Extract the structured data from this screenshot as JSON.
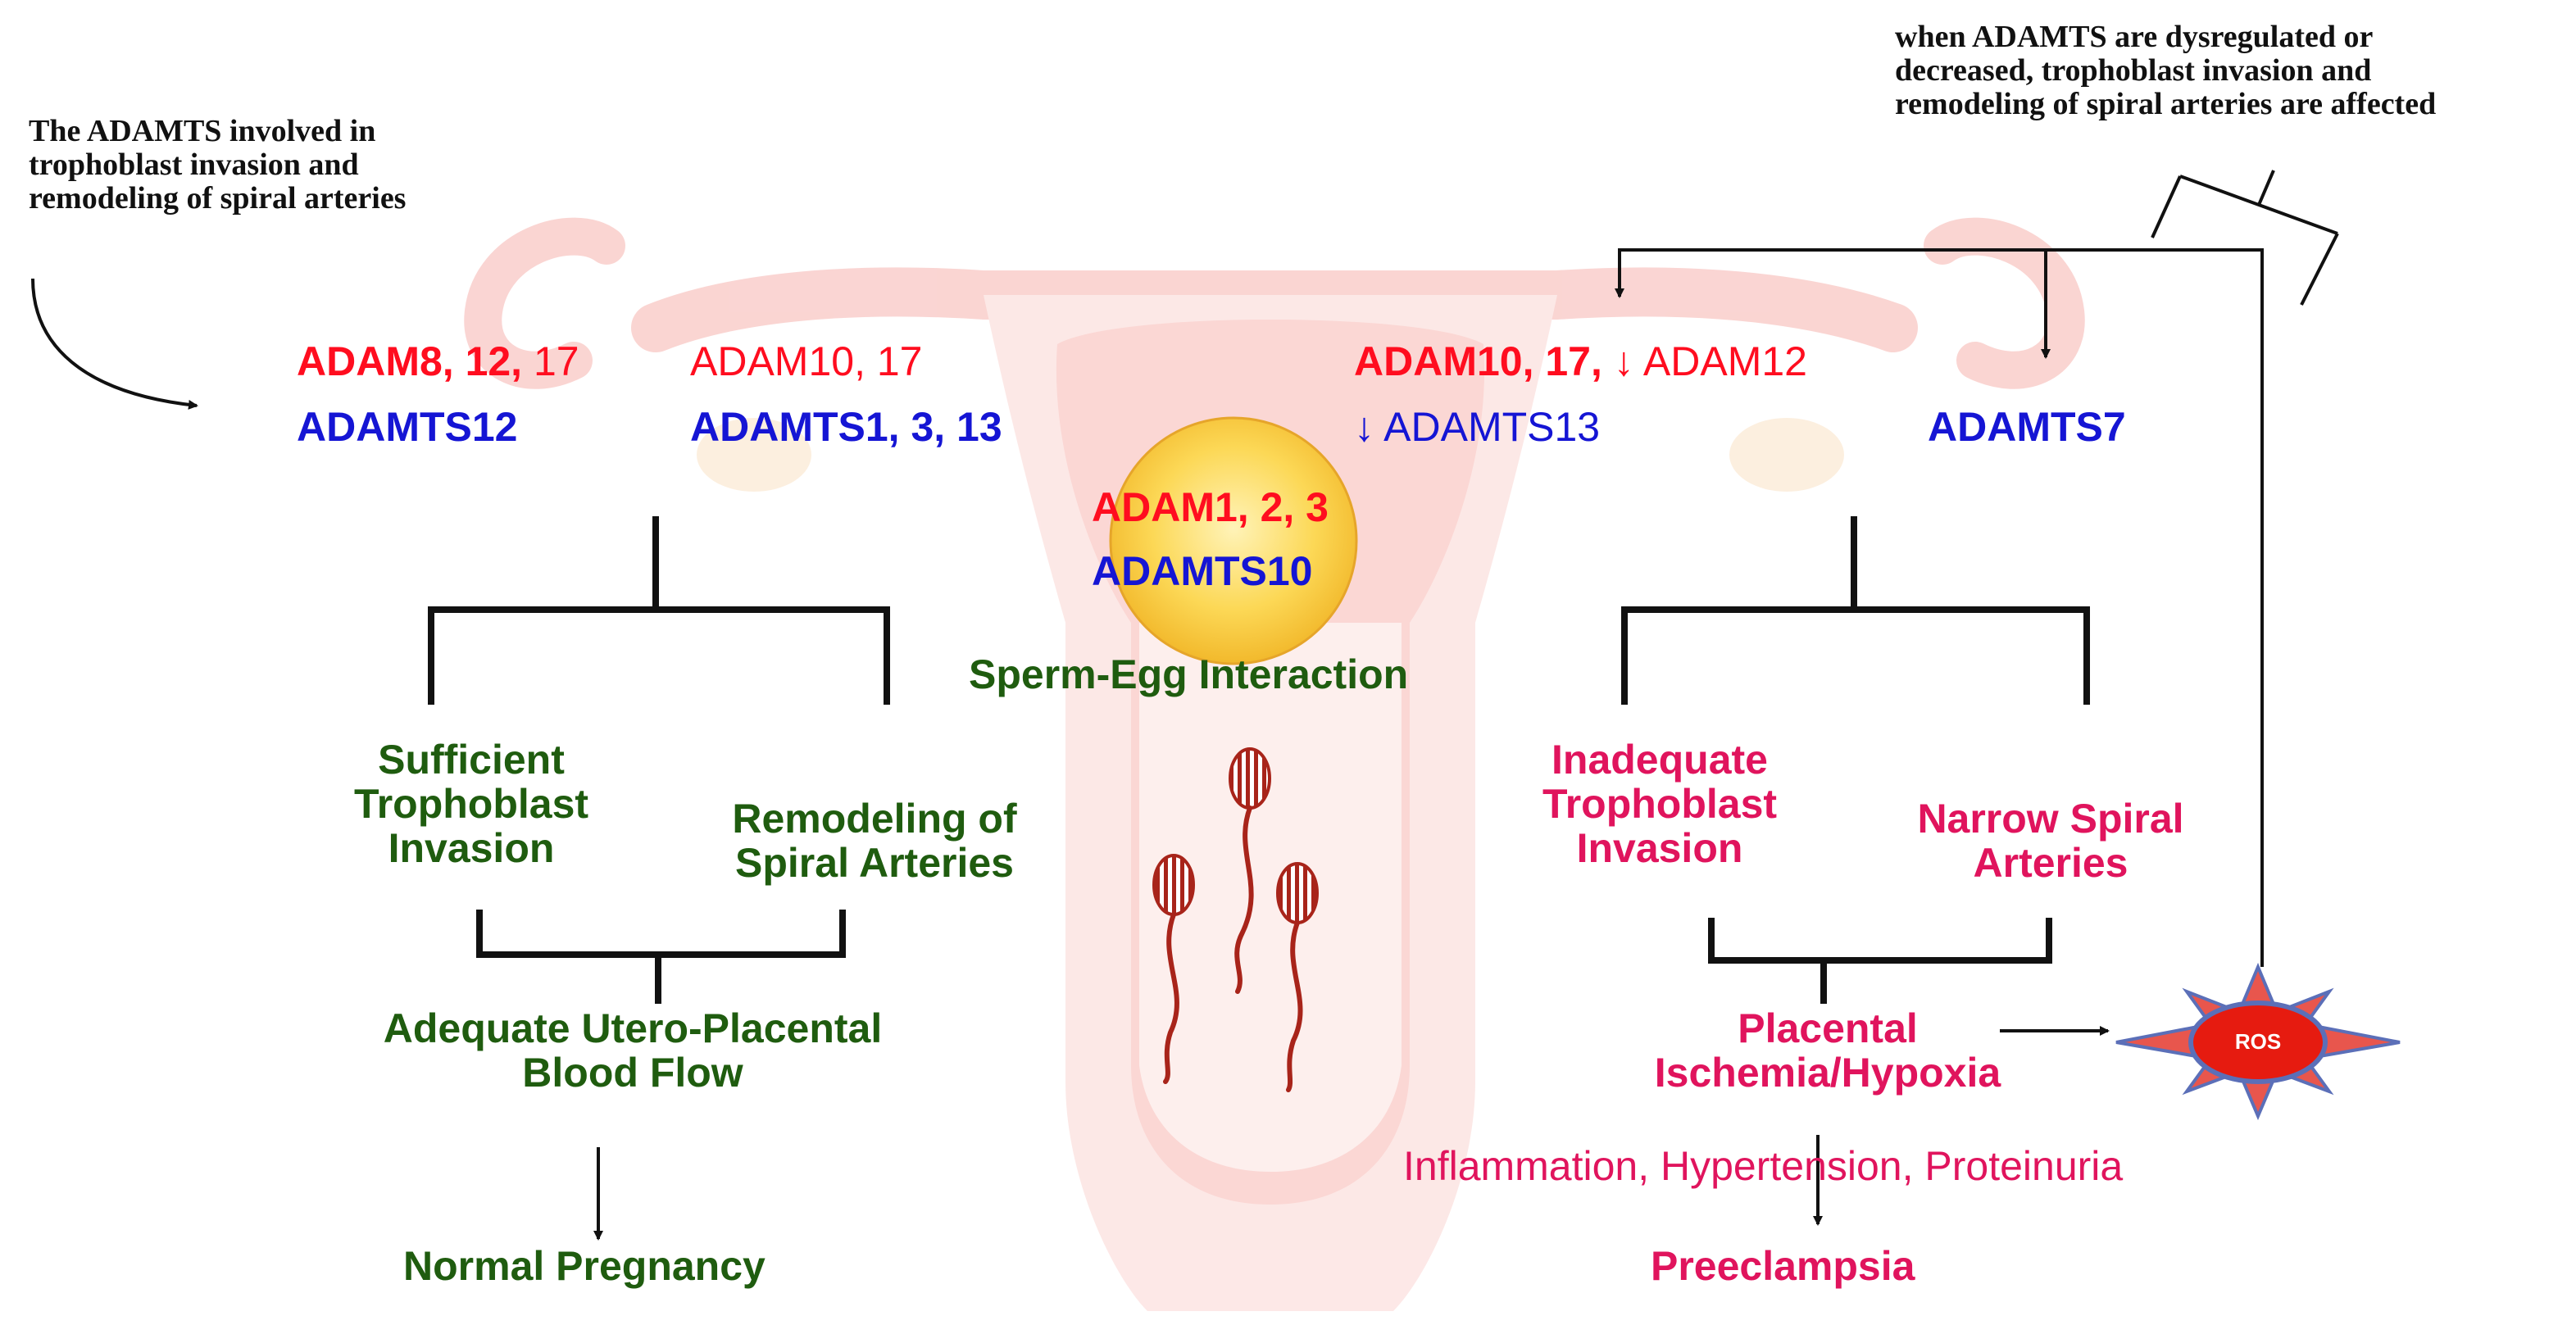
{
  "notes": {
    "left": [
      "The ADAMTS involved in",
      "trophoblast invasion and",
      "remodeling of spiral arteries"
    ],
    "right": [
      "when ADAMTS are dysregulated or",
      "decreased, trophoblast invasion and",
      "remodeling of spiral arteries are affected"
    ]
  },
  "genes": {
    "left_adam_bold": "ADAM8, 12,",
    "left_adam_rest": " 17",
    "left_adamts": "ADAMTS12",
    "mid_left_adam": "ADAM10, 17",
    "mid_left_adamts": "ADAMTS1, 3, 13",
    "center_adam": "ADAM1, 2, 3",
    "center_adamts": "ADAMTS10",
    "right_adam_bold": "ADAM10, 17,",
    "right_adam_rest": " ↓ ADAM12",
    "right_adamts13": "↓ ADAMTS13",
    "right_adamts7": "ADAMTS7"
  },
  "labels": {
    "sperm_egg": "Sperm-Egg Interaction",
    "sufficient": [
      "Sufficient",
      "Trophoblast",
      "Invasion"
    ],
    "remodeling": [
      "Remodeling of",
      "Spiral Arteries"
    ],
    "adequate": [
      "Adequate Utero-Placental",
      "Blood Flow"
    ],
    "normal": "Normal Pregnancy",
    "inadequate": [
      "Inadequate",
      "Trophoblast",
      "Invasion"
    ],
    "narrow": [
      "Narrow Spiral",
      "Arteries"
    ],
    "ischemia": [
      "Placental",
      "Ischemia/Hypoxia"
    ],
    "symptoms": "Inflammation, Hypertension, Proteinuria",
    "preeclampsia": "Preeclampsia",
    "ros": "ROS"
  },
  "colors": {
    "adam": "#ff0d1f",
    "adamts": "#1515d4",
    "normal_pathway": "#1f5c0f",
    "preeclampsia_pathway": "#e0145d",
    "uterus": "#f9c9c6",
    "egg": "#fbd34a",
    "sperm": "#a8241a",
    "ros_star": "#e8564d",
    "ros_core": "#e61b10"
  }
}
